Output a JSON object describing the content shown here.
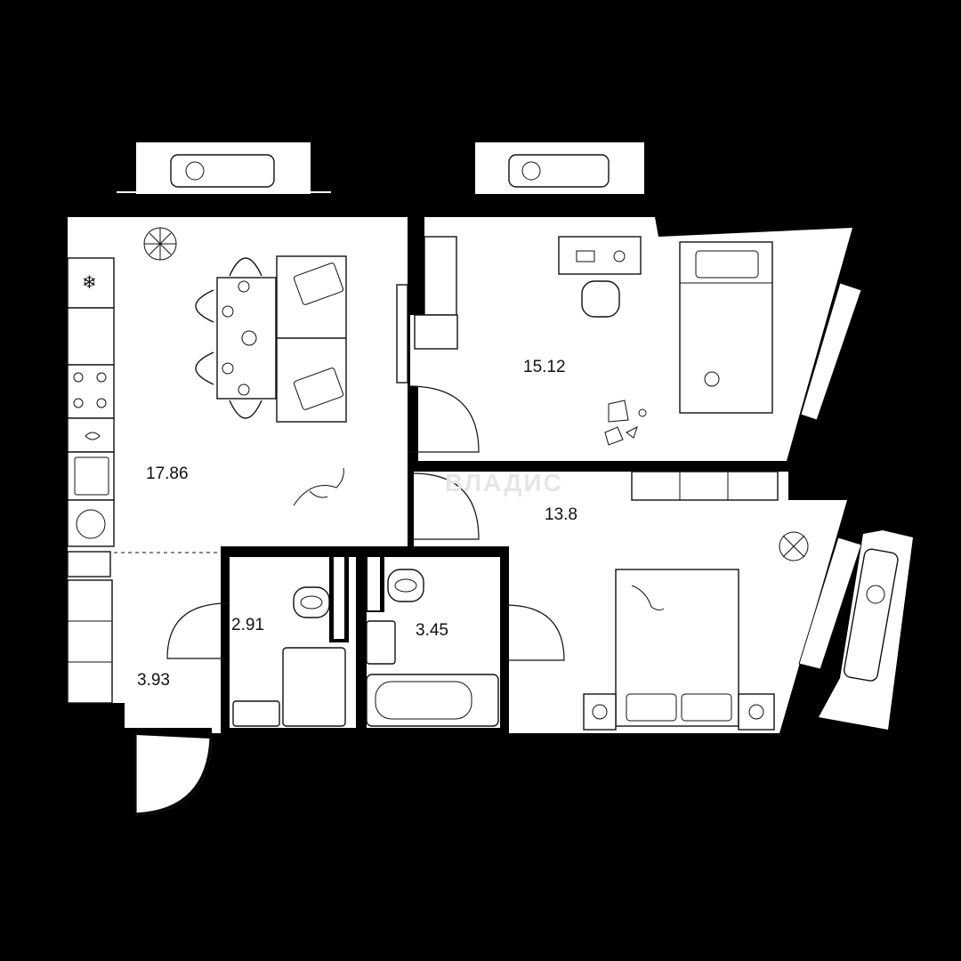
{
  "plan": {
    "watermark": "ВЛАДИС",
    "rooms": [
      {
        "id": "kitchen-living",
        "area": "17.86"
      },
      {
        "id": "bedroom-1",
        "area": "15.12"
      },
      {
        "id": "bedroom-2",
        "area": "13.8"
      },
      {
        "id": "wc",
        "area": "2.91"
      },
      {
        "id": "bathroom",
        "area": "3.45"
      },
      {
        "id": "hallway",
        "area": "3.93"
      }
    ]
  }
}
